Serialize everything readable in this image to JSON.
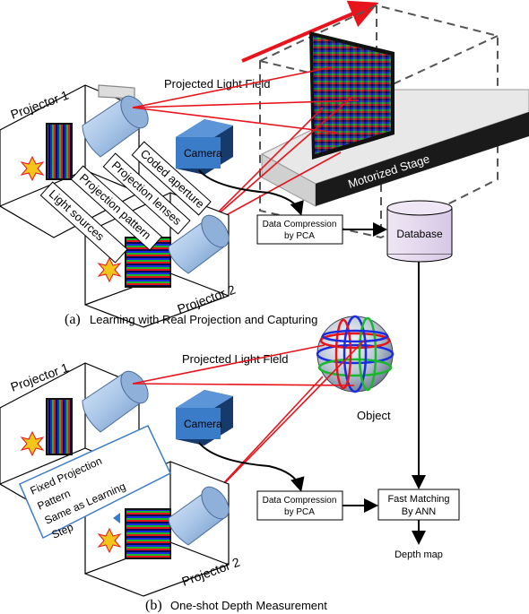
{
  "top": {
    "projector1": "Projector 1",
    "projector2": "Projector 2",
    "projected_light_field": "Projected Light Field",
    "camera": "Camera",
    "motorized_stage": "Motorized Stage",
    "coded_aperture": "Coded aperture",
    "projection_lenses": "Projection lenses",
    "projection_pattern": "Projection pattern",
    "light_sources": "Light sources",
    "data_compression_line1": "Data Compression",
    "data_compression_line2": "by PCA",
    "database": "Database",
    "caption_letter": "(a)",
    "caption_text": "Learning with Real Projection and Capturing"
  },
  "bottom": {
    "projector1": "Projector 1",
    "projector2": "Projector 2",
    "projected_light_field": "Projected Light Field",
    "camera": "Camera",
    "object": "Object",
    "callout_line1": "Fixed Projection",
    "callout_line2": "Pattern",
    "callout_line3": "Same as Learning",
    "callout_line4": "Step",
    "data_compression_line1": "Data Compression",
    "data_compression_line2": "by PCA",
    "fast_matching_line1": "Fast Matching",
    "fast_matching_line2": "By ANN",
    "depth_map": "Depth map",
    "caption_letter": "(b)",
    "caption_text": "One-shot Depth Measurement"
  },
  "colors": {
    "laser_red": "#e8141c",
    "lens_blue": "#a9c6e8",
    "camera_blue": "#3a7cc8",
    "stage_dark": "#1a1a1a",
    "database_fill": "#e2d6ec",
    "pattern_blue": "#1a2be0",
    "pattern_green": "#17b82c",
    "pattern_red": "#e8141c",
    "light_source": "#f4c51a"
  }
}
